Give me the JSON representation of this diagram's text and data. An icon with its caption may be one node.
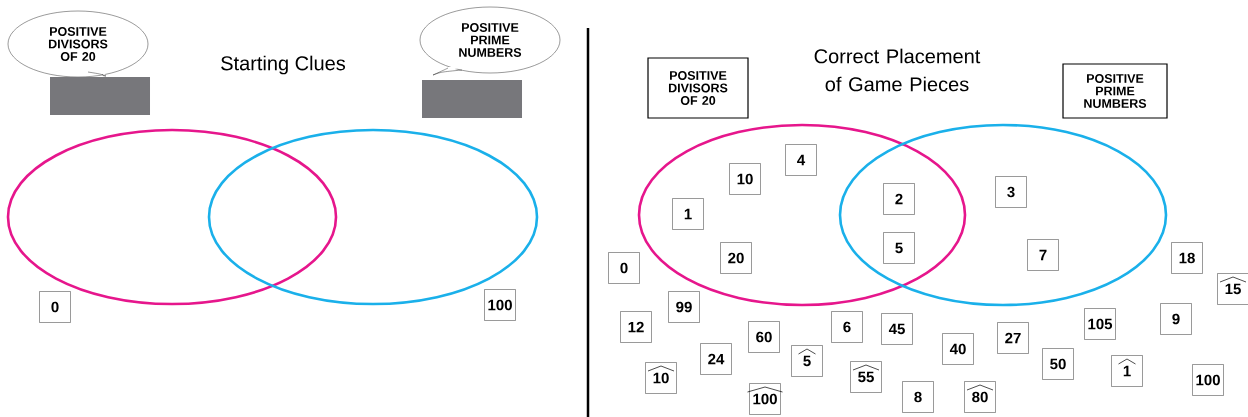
{
  "diagram": {
    "nodes": [
      {
        "text": [
          "POSITIVE DIVISORS OF 20"
        ]
      },
      {
        "text": [],
        "shape": "box"
      },
      {
        "text": [
          "POSITIVE PRIME NUMBERS"
        ]
      },
      {
        "text": [],
        "shape": "box"
      },
      {
        "text": [],
        "shape": "ellipse"
      },
      {
        "text": [],
        "shape": "ellipse"
      },
      {
        "text": [
          "0"
        ]
      },
      {
        "text": [
          "100"
        ]
      },
      {
        "text": [
          "POSITIVE DIVISORS OF 20"
        ]
      },
      {
        "text": [
          "POSITIVE PRIME NUMBERS"
        ]
      },
      {
        "text": [],
        "shape": "ellipse"
      },
      {
        "text": [],
        "shape": "ellipse"
      },
      {
        "text": [
          "4"
        ],
        "in": 10
      },
      {
        "text": [
          "10"
        ],
        "in": 10
      },
      {
        "text": [
          "2"
        ]
      },
      {
        "text": [
          "3"
        ],
        "in": 11
      },
      {
        "text": [
          "1"
        ],
        "in": 10
      },
      {
        "text": [
          "5"
        ]
      },
      {
        "text": [
          "20"
        ],
        "in": 10
      },
      {
        "text": [
          "7"
        ],
        "in": 11
      },
      {
        "text": [
          "18"
        ]
      },
      {
        "text": [
          "0"
        ]
      },
      {
        "text": [
          "15"
        ]
      },
      {
        "text": [
          "99"
        ]
      },
      {
        "text": [
          "12"
        ]
      },
      {
        "text": [
          "105"
        ]
      },
      {
        "text": [
          "9"
        ]
      },
      {
        "text": [
          "6"
        ]
      },
      {
        "text": [
          "45"
        ]
      },
      {
        "text": [
          "60"
        ]
      },
      {
        "text": [
          "27"
        ]
      },
      {
        "text": [
          "40"
        ]
      },
      {
        "text": [
          "24"
        ]
      },
      {
        "text": [
          "5"
        ]
      },
      {
        "text": [
          "50"
        ]
      },
      {
        "text": [
          "1"
        ]
      },
      {
        "text": [
          "55"
        ]
      },
      {
        "text": [
          "10"
        ]
      },
      {
        "text": [
          "100"
        ]
      },
      {
        "text": [
          "100"
        ]
      },
      {
        "text": [
          "8"
        ]
      },
      {
        "text": [
          "80"
        ]
      }
    ],
    "labels": [
      "Starting Clues",
      "Correct Placement of Game Pieces"
    ]
  }
}
